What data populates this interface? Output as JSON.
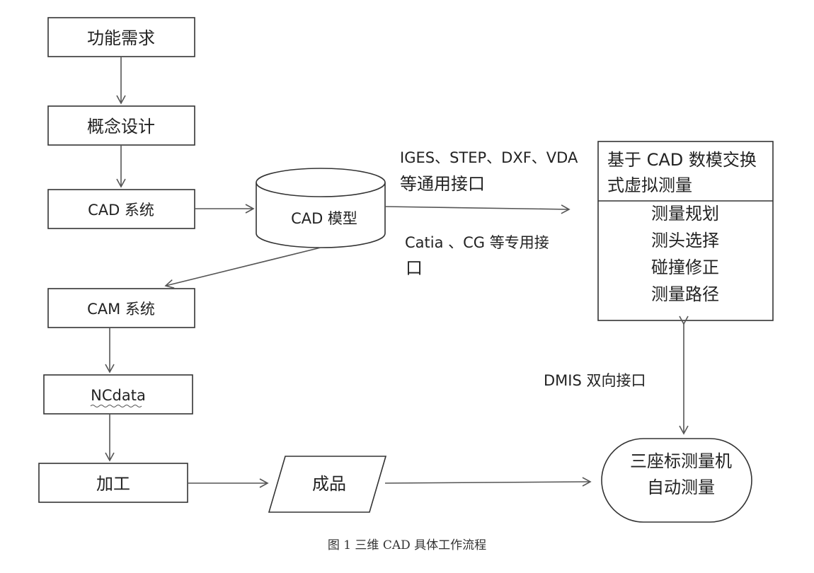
{
  "nodes": {
    "functional_requirements": "功能需求",
    "concept_design": "概念设计",
    "cad_system": "CAD 系统",
    "cad_model": "CAD 模型",
    "cam_system": "CAM 系统",
    "ncdata": "NCdata",
    "machining": "加工",
    "product": "成品",
    "virtual_measurement": {
      "title_line1": "基于 CAD 数模交换",
      "title_line2": "式虚拟测量",
      "items": [
        "测量规划",
        "测头选择",
        "碰撞修正",
        "测量路径"
      ]
    },
    "cmm": {
      "line1": "三座标测量机",
      "line2": "自动测量"
    }
  },
  "edge_labels": {
    "generic_interface_line1": "IGES、STEP、DXF、VDA",
    "generic_interface_line2": "等通用接口",
    "special_interface_line1": "Catia 、CG 等专用接",
    "special_interface_line2": "口",
    "dmis": "DMIS 双向接口"
  },
  "caption": "图 1 三维 CAD 具体工作流程"
}
